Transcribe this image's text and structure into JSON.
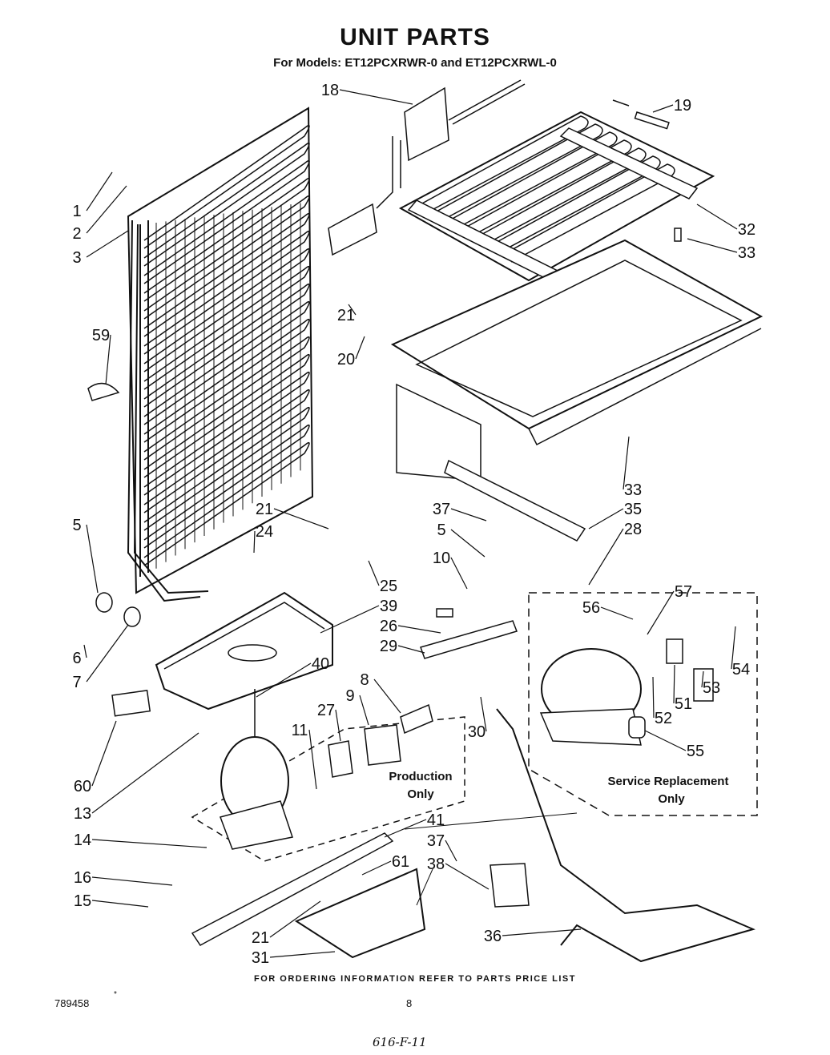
{
  "title": "UNIT PARTS",
  "subtitle": "For Models: ET12PCXRWR-0 and ET12PCXRWL-0",
  "callouts": [
    "1",
    "2",
    "3",
    "5",
    "6",
    "7",
    "59",
    "21",
    "20",
    "18",
    "19",
    "32",
    "33",
    "33",
    "35",
    "28",
    "37",
    "5",
    "10",
    "21",
    "24",
    "25",
    "39",
    "26",
    "29",
    "40",
    "8",
    "9",
    "27",
    "11",
    "30",
    "60",
    "13",
    "14",
    "16",
    "15",
    "41",
    "37",
    "38",
    "61",
    "21",
    "31",
    "36",
    "56",
    "57",
    "54",
    "53",
    "51",
    "52",
    "55"
  ],
  "notes": {
    "production": [
      "Production",
      "Only"
    ],
    "service": [
      "Service Replacement",
      "Only"
    ]
  },
  "footer": "FOR ORDERING INFORMATION REFER TO PARTS PRICE LIST",
  "doc_number": "789458",
  "asterisk": "*",
  "page_number": "8",
  "handwritten": "616-F-11"
}
